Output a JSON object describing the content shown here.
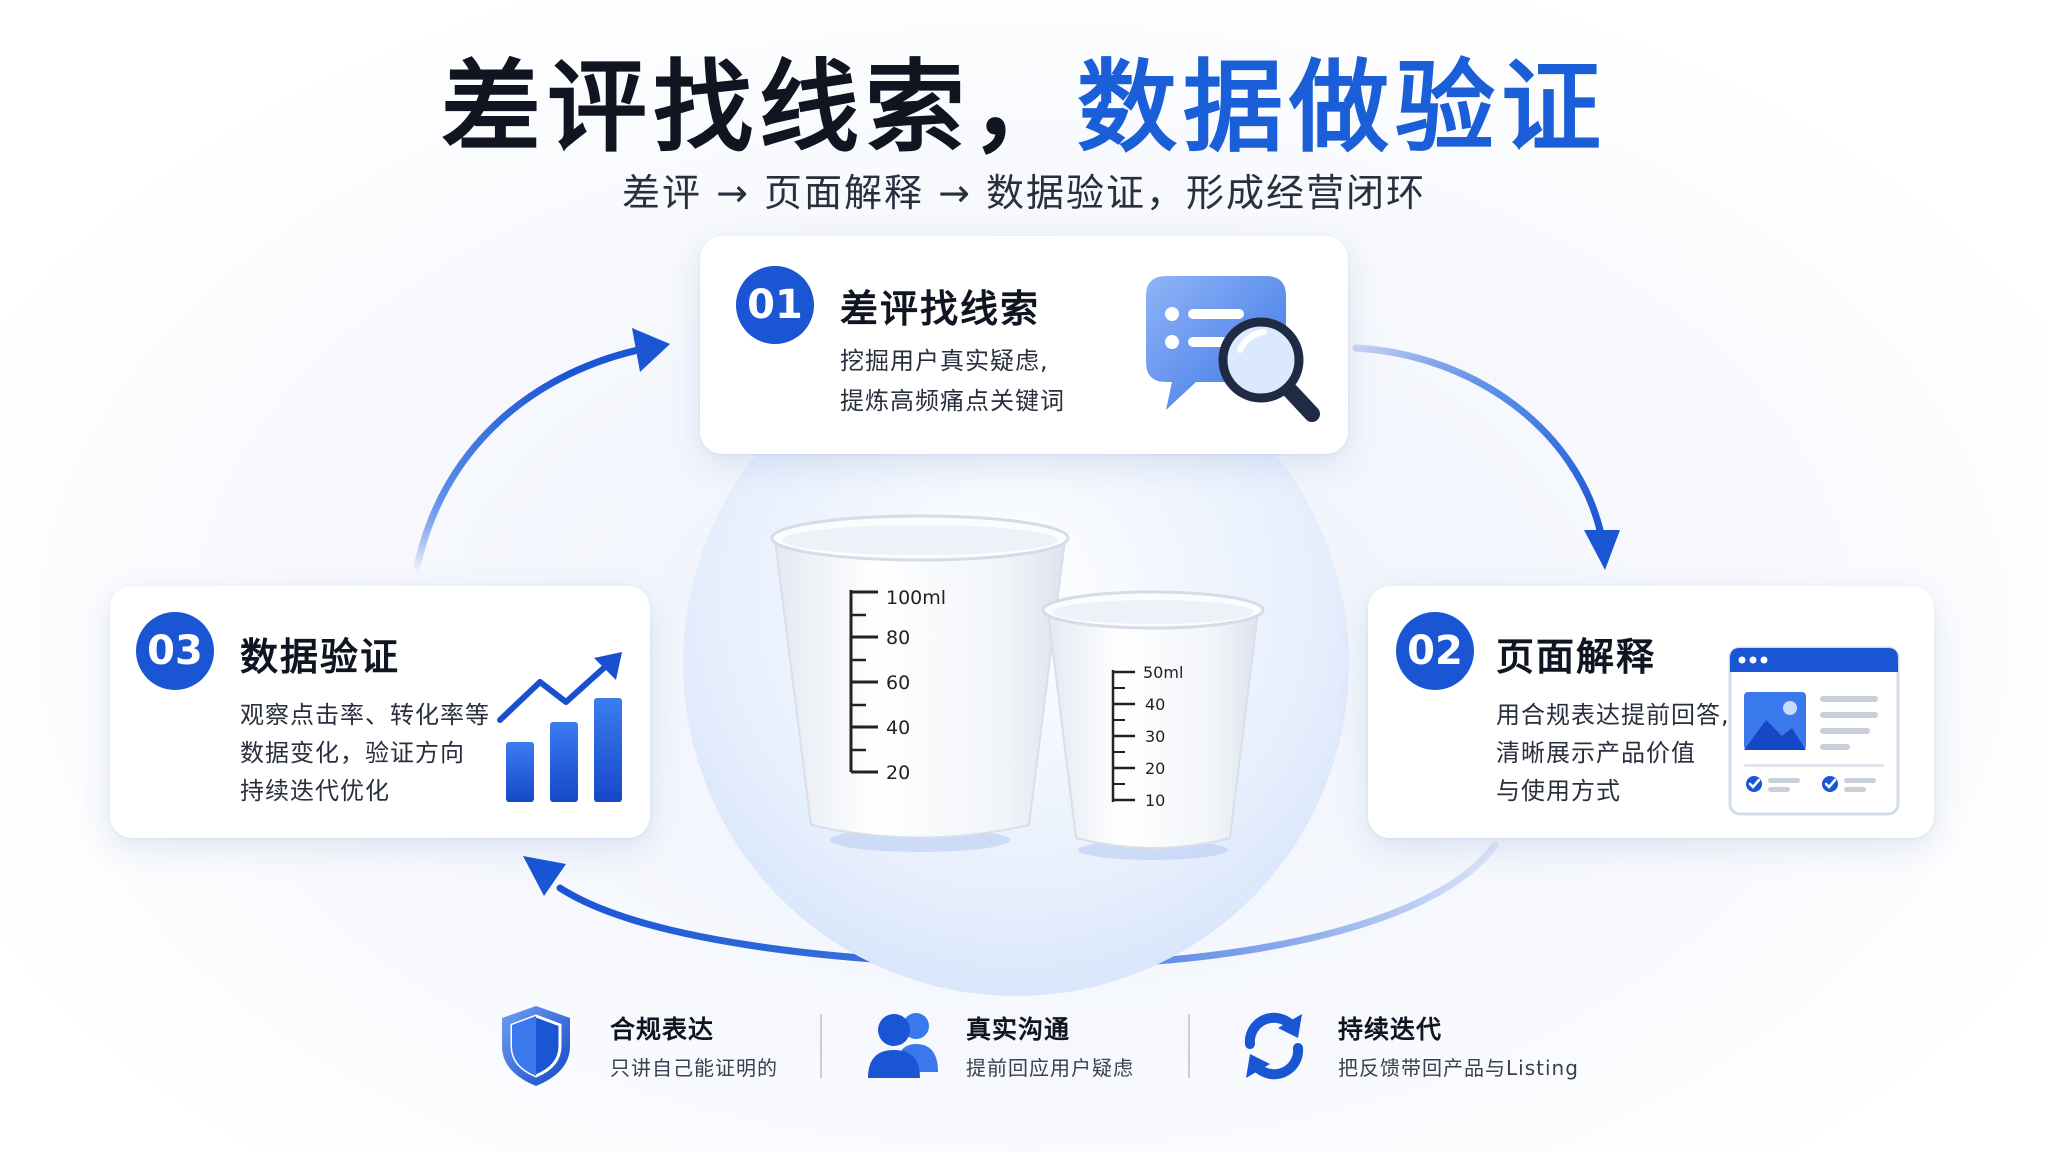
{
  "header": {
    "title_dark": "差评找线索，",
    "title_blue": "数据做验证",
    "subtitle": "差评 → 页面解释 → 数据验证，形成经营闭环"
  },
  "cup_large": {
    "marks": [
      "100ml",
      "80",
      "60",
      "40",
      "20"
    ]
  },
  "cup_small": {
    "marks": [
      "50ml",
      "40",
      "30",
      "20",
      "10"
    ]
  },
  "step1": {
    "number": "01",
    "title": "差评找线索",
    "lines": [
      "挖掘用户真实疑虑,",
      "提炼高频痛点关键词"
    ],
    "icon": "search-chat-icon"
  },
  "step2": {
    "number": "02",
    "title": "页面解释",
    "lines": [
      "用合规表达提前回答,",
      "清晰展示产品价值",
      "与使用方式"
    ],
    "icon": "webpage-icon"
  },
  "step3": {
    "number": "03",
    "title": "数据验证",
    "lines": [
      "观察点击率、转化率等",
      "数据变化，验证方向",
      "持续迭代优化"
    ],
    "icon": "growth-chart-icon"
  },
  "features": [
    {
      "title": "合规表达",
      "desc": "只讲自己能证明的",
      "icon": "shield-icon"
    },
    {
      "title": "真实沟通",
      "desc": "提前回应用户疑虑",
      "icon": "users-icon"
    },
    {
      "title": "持续迭代",
      "desc": "把反馈带回产品与Listing",
      "icon": "refresh-icon"
    }
  ],
  "colors": {
    "accent": "#1a55d4",
    "title_blue": "#1a5fd8"
  }
}
